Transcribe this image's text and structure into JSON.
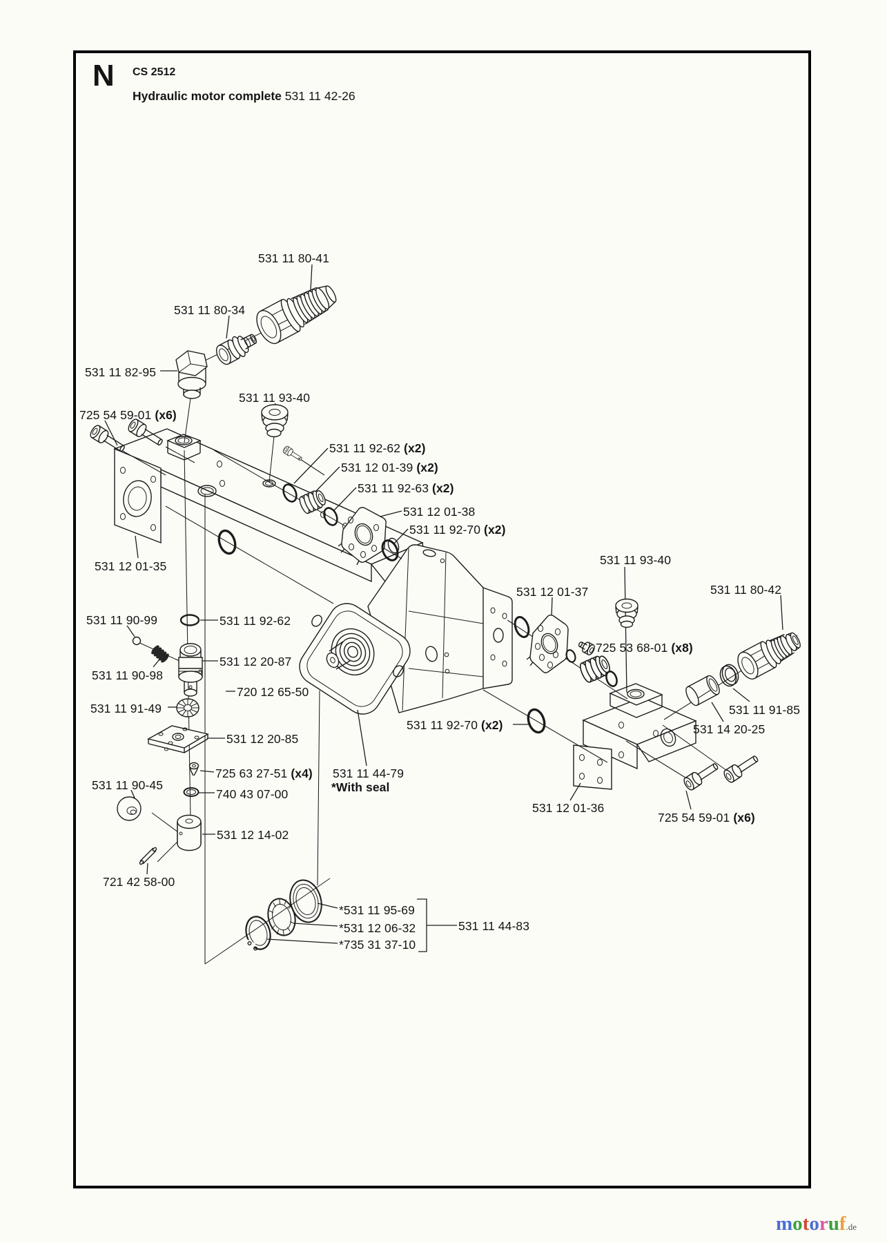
{
  "header": {
    "letter": "N",
    "model": "CS 2512",
    "title": "Hydraulic motor complete",
    "title_part_no": "531 11 42-26"
  },
  "diagram": {
    "labels": {
      "p80_41": {
        "text": "531 11 80-41"
      },
      "p80_34": {
        "text": "531 11 80-34"
      },
      "p82_95": {
        "text": "531 11 82-95"
      },
      "p93_40_top": {
        "text": "531 11 93-40"
      },
      "p7254_top": {
        "text": "725 54 59-01",
        "qty": "(x6)"
      },
      "p92_62_top": {
        "text": "531 11 92-62",
        "qty": "(x2)"
      },
      "p01_39": {
        "text": "531 12 01-39",
        "qty": "(x2)"
      },
      "p92_63": {
        "text": "531 11 92-63",
        "qty": "(x2)"
      },
      "p01_38": {
        "text": "531 12 01-38"
      },
      "p92_70_top": {
        "text": "531 11 92-70",
        "qty": "(x2)"
      },
      "p01_35": {
        "text": "531 12 01-35"
      },
      "p93_40_right": {
        "text": "531 11 93-40"
      },
      "p01_37": {
        "text": "531 12 01-37"
      },
      "p80_42": {
        "text": "531 11 80-42"
      },
      "p7253": {
        "text": "725 53 68-01",
        "qty": "(x8)"
      },
      "p90_99": {
        "text": "531 11 90-99"
      },
      "p92_62_low": {
        "text": "531 11 92-62"
      },
      "p20_87": {
        "text": "531 12 20-87"
      },
      "p90_98": {
        "text": "531 11 90-98"
      },
      "p720": {
        "text": "720 12 65-50"
      },
      "p91_49": {
        "text": "531 11 91-49"
      },
      "p20_85": {
        "text": "531 12 20-85"
      },
      "p7256": {
        "text": "725 63 27-51",
        "qty": "(x4)"
      },
      "p90_45": {
        "text": "531 11 90-45"
      },
      "p740": {
        "text": "740 43 07-00"
      },
      "p92_70_bot": {
        "text": "531 11 92-70",
        "qty": "(x2)"
      },
      "p44_79": {
        "text": "531 11 44-79",
        "note": "*With seal"
      },
      "p01_36": {
        "text": "531 12 01-36"
      },
      "p7254_bot": {
        "text": "725 54 59-01",
        "qty": "(x6)"
      },
      "p14_20": {
        "text": "531 14 20-25"
      },
      "p91_85": {
        "text": "531 11 91-85"
      },
      "p95_69": {
        "text": "*531 11 95-69"
      },
      "p06_32": {
        "text": "*531 12 06-32"
      },
      "p37_10": {
        "text": "*735 31 37-10"
      },
      "p44_83": {
        "text": "531 11 44-83"
      },
      "p14_02": {
        "text": "531 12 14-02"
      },
      "p721": {
        "text": "721 42 58-00"
      }
    }
  },
  "watermark": {
    "letters": [
      {
        "ch": "m",
        "color": "#4a6fd4"
      },
      {
        "ch": "o",
        "color": "#3f9e3f"
      },
      {
        "ch": "t",
        "color": "#d4483a"
      },
      {
        "ch": "o",
        "color": "#4a6fd4"
      },
      {
        "ch": "r",
        "color": "#d85aa0"
      },
      {
        "ch": "u",
        "color": "#3f9e3f"
      },
      {
        "ch": "f",
        "color": "#e8a33d"
      }
    ],
    "suffix": ".de"
  }
}
